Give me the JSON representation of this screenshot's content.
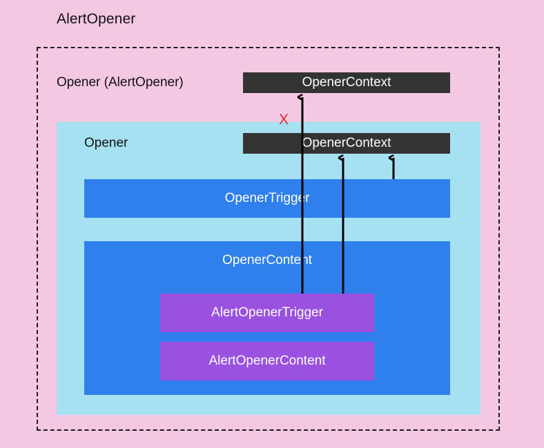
{
  "diagram": {
    "title": "AlertOpener",
    "type": "component-hierarchy-diagram",
    "background_color": "#f4c7e3"
  },
  "outer_container": {
    "name": "alertopener-dashed-container",
    "label": "Opener (AlertOpener)",
    "border_style": "dashed",
    "border_color": "#1a1a1a"
  },
  "context_boxes": [
    {
      "label": "OpenerContext",
      "color": "#333333",
      "scope": "outer",
      "text_color": "#ffffff"
    },
    {
      "label": "OpenerContext",
      "color": "#333333",
      "scope": "inner",
      "text_color": "#ffffff"
    }
  ],
  "opener_region": {
    "label": "Opener",
    "color": "#a6e1f2"
  },
  "blue_boxes": [
    {
      "label": "OpenerTrigger",
      "color": "#2f80ed"
    },
    {
      "label": "OpenerContent",
      "color": "#2f80ed"
    }
  ],
  "purple_boxes": [
    {
      "label": "AlertOpenerTrigger",
      "color": "#9b51e0"
    },
    {
      "label": "AlertOpenerContent",
      "color": "#9b51e0"
    }
  ],
  "markers": {
    "blocked": {
      "glyph": "X",
      "color": "#e8202a",
      "meaning": "connection-blocked"
    }
  },
  "arrows": [
    {
      "name": "alert-trigger-to-outer-context",
      "from": "AlertOpenerTrigger",
      "to": "OpenerContext (outer)",
      "blocked": true
    },
    {
      "name": "alert-trigger-to-inner-context",
      "from": "AlertOpenerTrigger",
      "to": "OpenerContext (inner)",
      "blocked": false
    },
    {
      "name": "opener-trigger-to-inner-context",
      "from": "OpenerTrigger",
      "to": "OpenerContext (inner)",
      "blocked": false
    }
  ]
}
